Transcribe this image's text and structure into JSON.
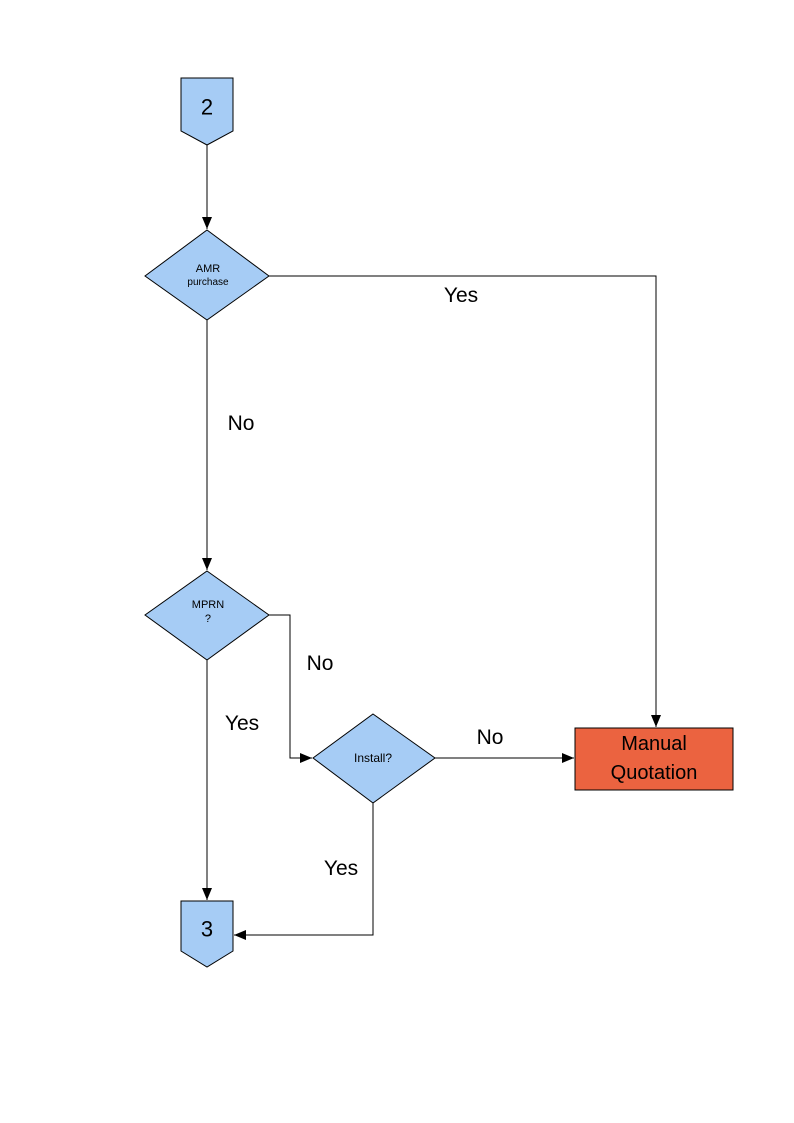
{
  "diagram": {
    "colors": {
      "background": "#ffffff",
      "node_fill": "#a6ccf5",
      "alert_fill": "#eb6340",
      "line": "#000000"
    },
    "nodes": {
      "connector_2": {
        "label": "2"
      },
      "amr": {
        "line1": "AMR",
        "line2": "purchase"
      },
      "mprn": {
        "line1": "MPRN",
        "line2": "?"
      },
      "install": {
        "label": "Install?"
      },
      "manual_quotation": {
        "line1": "Manual",
        "line2": "Quotation"
      },
      "connector_3": {
        "label": "3"
      }
    },
    "edge_labels": {
      "amr_yes": "Yes",
      "amr_no": "No",
      "mprn_no": "No",
      "mprn_yes": "Yes",
      "install_no": "No",
      "install_yes": "Yes"
    }
  }
}
